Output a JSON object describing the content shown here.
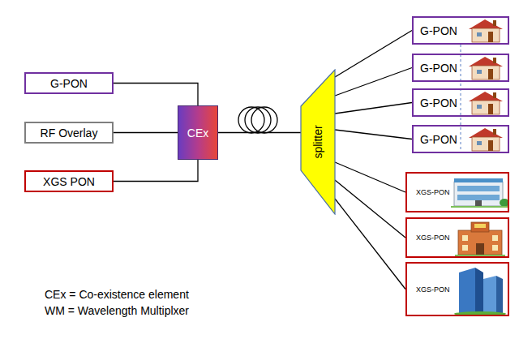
{
  "diagram": {
    "nodes": [
      {
        "text": [
          "G-PON"
        ]
      },
      {
        "text": [
          "RF Overlay"
        ]
      },
      {
        "text": [
          "XGS PON"
        ]
      },
      {
        "text": [
          "CEx"
        ]
      },
      {
        "text": [
          "splitter"
        ]
      },
      {
        "text": [
          "G-PON"
        ]
      },
      {
        "text": [
          "G-PON"
        ]
      },
      {
        "text": [
          "G-PON"
        ]
      },
      {
        "text": [
          "G-PON"
        ]
      },
      {
        "text": [
          "XGS-PON"
        ]
      },
      {
        "text": [
          "XGS-PON"
        ]
      },
      {
        "text": [
          "XGS-PON"
        ]
      }
    ],
    "edges": [
      {
        "from": 0,
        "to": 3,
        "arrow": "none"
      },
      {
        "from": 1,
        "to": 3,
        "arrow": "none"
      },
      {
        "from": 2,
        "to": 3,
        "arrow": "none"
      },
      {
        "from": 3,
        "to": 4,
        "arrow": "none"
      },
      {
        "from": 4,
        "to": 5,
        "arrow": "none"
      },
      {
        "from": 4,
        "to": 6,
        "arrow": "none"
      },
      {
        "from": 4,
        "to": 7,
        "arrow": "none"
      },
      {
        "from": 4,
        "to": 8,
        "arrow": "none"
      },
      {
        "from": 4,
        "to": 9,
        "arrow": "none"
      },
      {
        "from": 4,
        "to": 10,
        "arrow": "none"
      },
      {
        "from": 4,
        "to": 11,
        "arrow": "none"
      }
    ],
    "labels": [
      "CEx = Co-existence element",
      "WM = Wavelength Multiplxer"
    ]
  }
}
